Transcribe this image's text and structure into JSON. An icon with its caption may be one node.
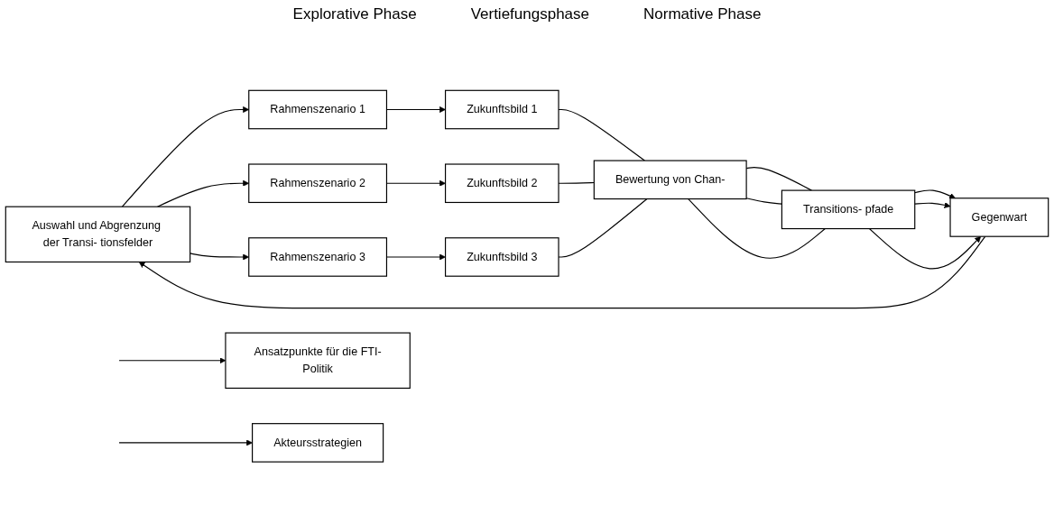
{
  "diagram": {
    "nodes": [
      {
        "text": [
          "Auswahl und Abgrenzung der Transi- tionsfelder"
        ]
      },
      {
        "text": [
          "Rahmenszenario 1"
        ]
      },
      {
        "text": [
          "Rahmenszenario 2"
        ]
      },
      {
        "text": [
          "Rahmenszenario 3"
        ]
      },
      {
        "text": [
          "Zukunftsbild 1"
        ]
      },
      {
        "text": [
          "Zukunftsbild 2"
        ]
      },
      {
        "text": [
          "Zukunftsbild 3"
        ]
      },
      {
        "text": [
          "Bewertung von Chan-"
        ]
      },
      {
        "text": [
          "Gegenwart"
        ]
      },
      {
        "text": [
          "Transitions- pfade"
        ]
      },
      {
        "text": [
          "Ansatzpunkte für die FTI-Politik"
        ]
      },
      {
        "text": [
          "Akteursstrategien"
        ]
      }
    ],
    "edges": [
      {
        "from": 0,
        "to": 1,
        "arrow": "to"
      },
      {
        "from": 0,
        "to": 2,
        "arrow": "to"
      },
      {
        "from": 0,
        "to": 3,
        "arrow": "to"
      },
      {
        "from": 1,
        "to": 4,
        "arrow": "to"
      },
      {
        "from": 2,
        "to": 5,
        "arrow": "to"
      },
      {
        "from": 3,
        "to": 6,
        "arrow": "to"
      },
      {
        "from": 4,
        "to": 7,
        "arrow": "none"
      },
      {
        "from": 5,
        "to": 7,
        "arrow": "none"
      },
      {
        "from": 6,
        "to": 7,
        "arrow": "none"
      },
      {
        "from": 7,
        "to": 9,
        "arrow": "none"
      },
      {
        "from": 7,
        "to": 9,
        "arrow": "none"
      },
      {
        "from": 7,
        "to": 9,
        "arrow": "none"
      },
      {
        "from": 9,
        "to": 8,
        "arrow": "to"
      },
      {
        "from": 9,
        "to": 8,
        "arrow": "to"
      },
      {
        "from": 9,
        "to": 8,
        "arrow": "to"
      },
      {
        "from": 8,
        "to": 0,
        "arrow": "to"
      },
      {
        "from": null,
        "to": 10,
        "arrow": "to"
      },
      {
        "from": null,
        "to": 11,
        "arrow": "to"
      }
    ],
    "labels": [
      "Explorative Phase",
      "Vertiefungsphase",
      "Normative Phase"
    ]
  }
}
